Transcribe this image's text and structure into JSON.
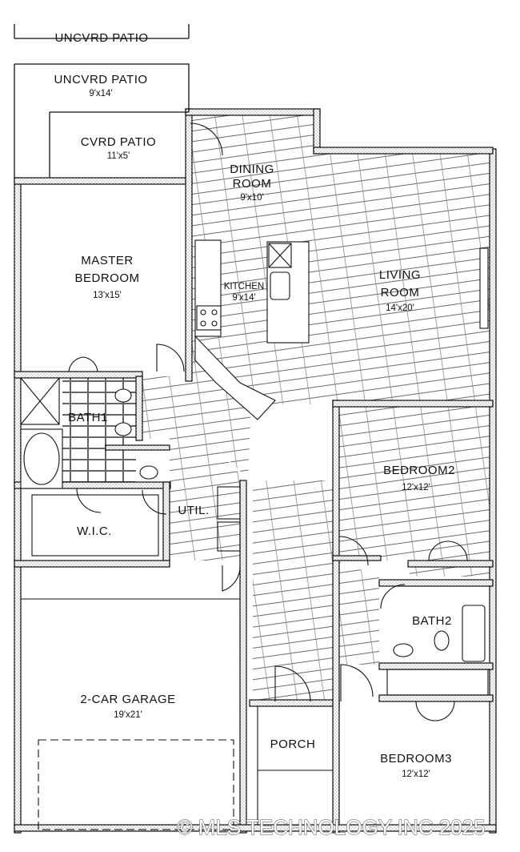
{
  "top_partial_label": "UNCVRD PATIO",
  "rooms": {
    "uncvrd_patio": {
      "name": "UNCVRD PATIO",
      "dim": "9'x14'"
    },
    "cvrd_patio": {
      "name": "CVRD PATIO",
      "dim": "11'x5'"
    },
    "dining_room": {
      "name_line1": "DINING",
      "name_line2": "ROOM",
      "dim": "9'x10'"
    },
    "master_bedroom": {
      "name_line1": "MASTER",
      "name_line2": "BEDROOM",
      "dim": "13'x15'"
    },
    "kitchen": {
      "name": "KITCHEN",
      "dim": "9'x14'"
    },
    "living_room": {
      "name_line1": "LIVING",
      "name_line2": "ROOM",
      "dim": "14'x20'"
    },
    "bath1": {
      "name": "BATH1"
    },
    "bedroom2": {
      "name": "BEDROOM2",
      "dim": "12'x12'"
    },
    "util": {
      "name": "UTIL."
    },
    "wic": {
      "name": "W.I.C."
    },
    "bath2": {
      "name": "BATH2"
    },
    "garage": {
      "name": "2-CAR GARAGE",
      "dim": "19'x21'"
    },
    "porch": {
      "name": "PORCH"
    },
    "bedroom3": {
      "name": "BEDROOM3",
      "dim": "12'x12'"
    }
  },
  "watermark": "© MLS TECHNOLOGY INC 2025"
}
